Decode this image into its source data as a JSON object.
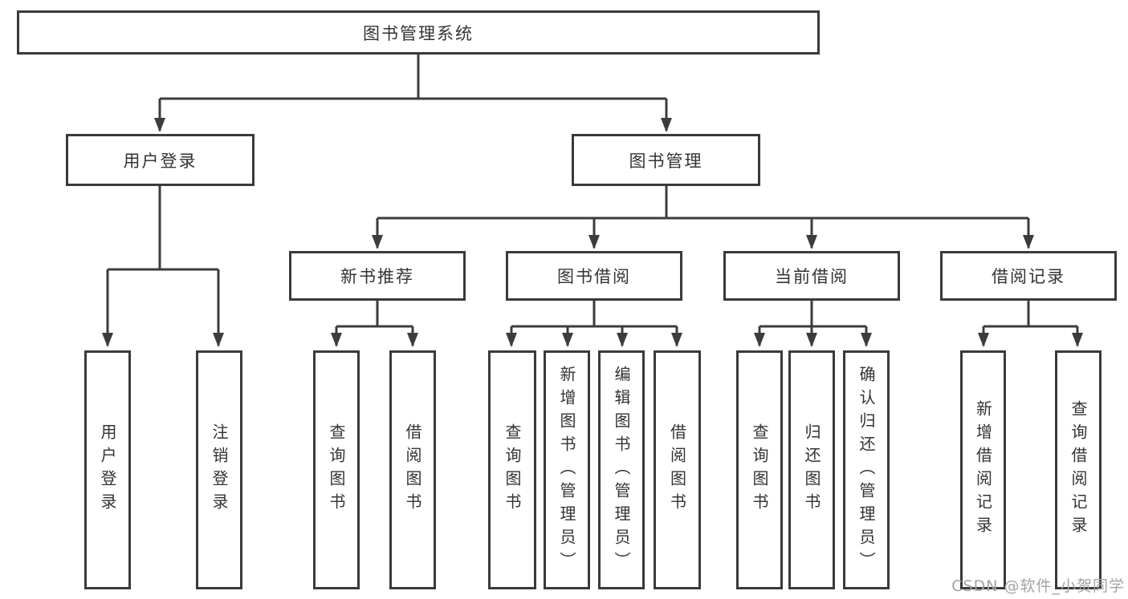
{
  "diagram": {
    "root": {
      "label": "图书管理系统"
    },
    "level1": [
      {
        "label": "用户登录"
      },
      {
        "label": "图书管理"
      }
    ],
    "level2": [
      {
        "label": "新书推荐"
      },
      {
        "label": "图书借阅"
      },
      {
        "label": "当前借阅"
      },
      {
        "label": "借阅记录"
      }
    ],
    "leaf_groups": [
      {
        "parent": "用户登录",
        "items": [
          {
            "label": "用户登录"
          },
          {
            "label": "注销登录"
          }
        ]
      },
      {
        "parent": "新书推荐",
        "items": [
          {
            "label": "查询图书"
          },
          {
            "label": "借阅图书"
          }
        ]
      },
      {
        "parent": "图书借阅",
        "items": [
          {
            "label": "查询图书"
          },
          {
            "label": "新增图书（管理员）"
          },
          {
            "label": "编辑图书（管理员）"
          },
          {
            "label": "借阅图书"
          }
        ]
      },
      {
        "parent": "当前借阅",
        "items": [
          {
            "label": "查询图书"
          },
          {
            "label": "归还图书"
          },
          {
            "label": "确认归还（管理员）"
          }
        ]
      },
      {
        "parent": "借阅记录",
        "items": [
          {
            "label": "新增借阅记录"
          },
          {
            "label": "查询借阅记录"
          }
        ]
      }
    ]
  },
  "watermark": {
    "text": "CSDN @软件_小贺同学"
  },
  "colors": {
    "line": "#3c3c3c",
    "border": "#3a3a3a",
    "text": "#333333",
    "watermark": "#a3a3a3",
    "background": "#ffffff"
  }
}
